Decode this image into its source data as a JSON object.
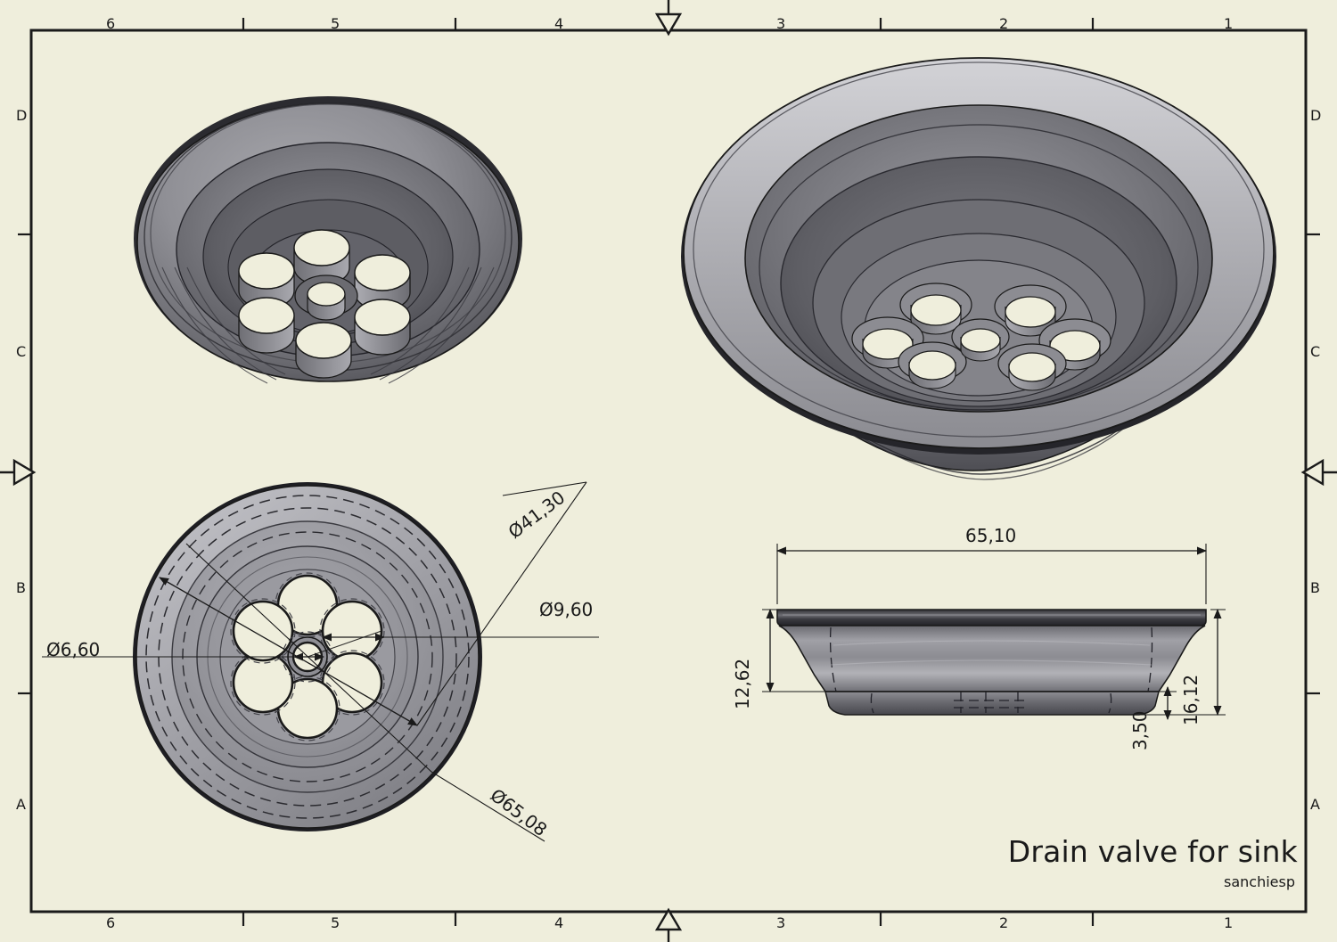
{
  "sheet": {
    "background_color": "#EFEEDC",
    "line_color": "#1a1a1a",
    "metal_light": "#C9C9CC",
    "metal_mid": "#9D9DA2",
    "metal_dark": "#6E6E73",
    "metal_darkest": "#3F3F44"
  },
  "frame": {
    "top_columns": [
      "6",
      "5",
      "4",
      "3",
      "2",
      "1"
    ],
    "bottom_columns": [
      "6",
      "5",
      "4",
      "3",
      "2",
      "1"
    ],
    "left_rows": [
      "D",
      "C",
      "B",
      "A"
    ],
    "right_rows": [
      "D",
      "C",
      "B",
      "A"
    ],
    "center_marks": {
      "top": "centering-mark-down",
      "bottom": "centering-mark-up",
      "left": "centering-mark-right",
      "right": "centering-mark-left"
    }
  },
  "views": {
    "iso_bottom": {
      "name": "isometric-view-underside",
      "description": "Drain strainer seen from below, six outer holes plus one central hole"
    },
    "iso_top": {
      "name": "isometric-view-topside",
      "description": "Drain strainer seen from above, raised hole collars inside the bowl"
    },
    "plan": {
      "name": "plan-view-top",
      "description": "Top plan view with seven holes and concentric rings"
    },
    "section": {
      "name": "elevation-section-view",
      "description": "Side elevation of the drain valve profile"
    }
  },
  "dimensions": {
    "plan": [
      {
        "id": "dia-41-30",
        "label": "Ø41,30",
        "value": 41.3,
        "unit": "mm"
      },
      {
        "id": "dia-9-60",
        "label": "Ø9,60",
        "value": 9.6,
        "unit": "mm"
      },
      {
        "id": "dia-6-60",
        "label": "Ø6,60",
        "value": 6.6,
        "unit": "mm"
      },
      {
        "id": "dia-65-08",
        "label": "Ø65,08",
        "value": 65.08,
        "unit": "mm"
      }
    ],
    "section": [
      {
        "id": "width-65-10",
        "label": "65,10",
        "value": 65.1,
        "unit": "mm"
      },
      {
        "id": "height-12-62",
        "label": "12,62",
        "value": 12.62,
        "unit": "mm"
      },
      {
        "id": "height-16-12",
        "label": "16,12",
        "value": 16.12,
        "unit": "mm"
      },
      {
        "id": "height-3-50",
        "label": "3,50",
        "value": 3.5,
        "unit": "mm"
      }
    ]
  },
  "title_block": {
    "title": "Drain valve for sink",
    "author": "sanchiesp"
  }
}
